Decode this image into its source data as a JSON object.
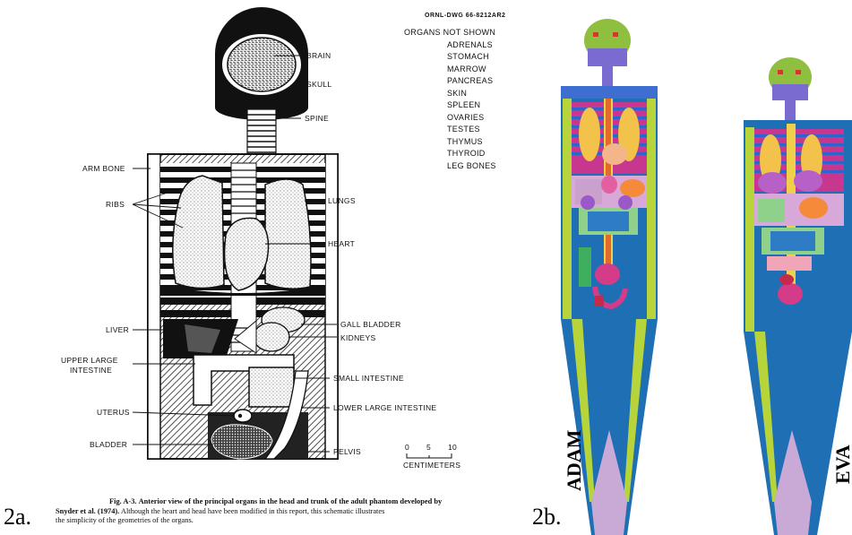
{
  "panel_a": {
    "label": "2a.",
    "drawing_number": "ORNL-DWG 66-8212AR2",
    "organs_not_shown_title": "ORGANS NOT SHOWN",
    "organs_not_shown": [
      "ADRENALS",
      "STOMACH",
      "MARROW",
      "PANCREAS",
      "SKIN",
      "SPLEEN",
      "OVARIES",
      "TESTES",
      "THYMUS",
      "THYROID",
      "LEG BONES"
    ],
    "labels": {
      "brain": "BRAIN",
      "skull": "SKULL",
      "spine": "SPINE",
      "arm_bone": "ARM BONE",
      "ribs": "RIBS",
      "lungs": "LUNGS",
      "heart": "HEART",
      "liver": "LIVER",
      "gall_bladder": "GALL BLADDER",
      "kidneys": "KIDNEYS",
      "upper_large_intestine_1": "UPPER LARGE",
      "upper_large_intestine_2": "INTESTINE",
      "small_intestine": "SMALL INTESTINE",
      "uterus": "UTERUS",
      "lower_large_intestine": "LOWER LARGE INTESTINE",
      "bladder": "BLADDER",
      "pelvis": "PELVIS"
    },
    "scale": {
      "ticks": [
        "0",
        "5",
        "10"
      ],
      "unit": "CENTIMETERS"
    },
    "caption": {
      "figure": "Fig. A-3.",
      "line1": "Anterior view of the principal organs in the head and trunk of the adult phantom developed by",
      "line2_bold": "Snyder et al. (1974).",
      "line2": "Although the heart and head have been modified in this report, this schematic illustrates",
      "line3": "the simplicity of the geometries of the organs."
    }
  },
  "panel_b": {
    "label": "2b.",
    "phantom_left": "ADAM",
    "phantom_right": "EVA"
  }
}
